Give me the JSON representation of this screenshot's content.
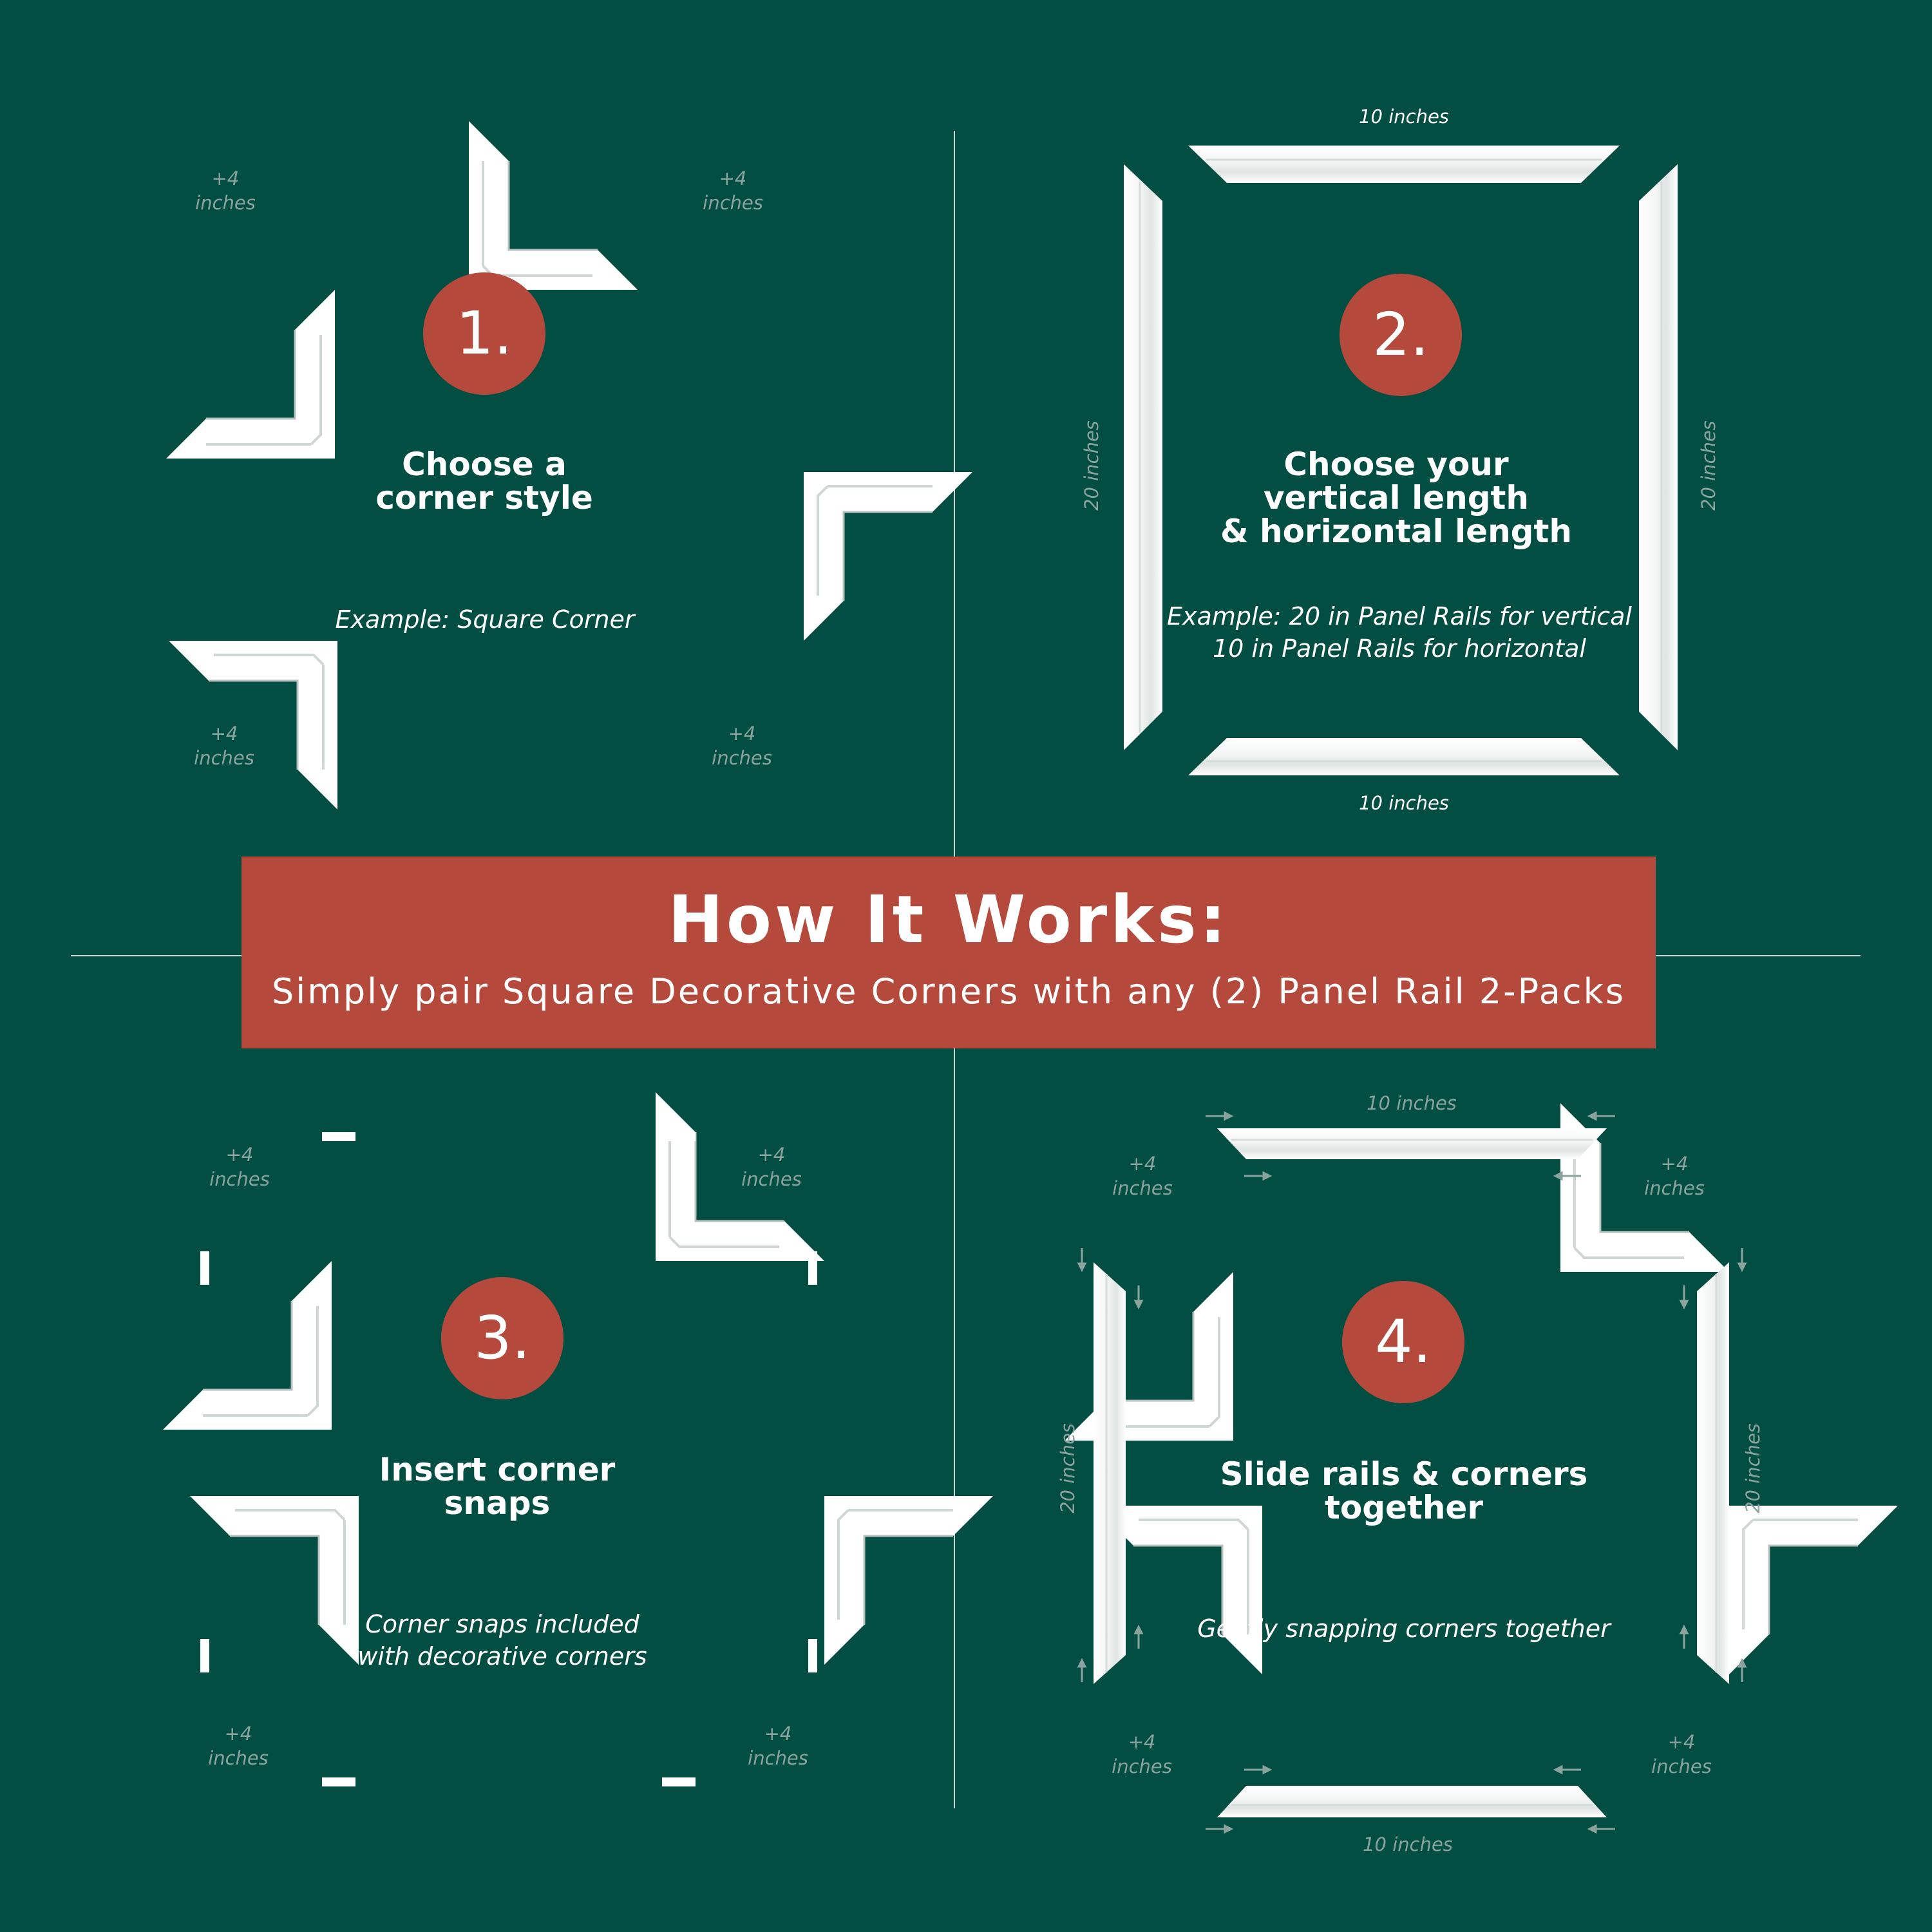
{
  "banner": {
    "title": "How It Works:",
    "subtitle": "Simply pair Square Decorative Corners with any (2) Panel Rail 2-Packs"
  },
  "colors": {
    "background": "#024e43",
    "accent": "#b5493c",
    "molding": "#ffffff",
    "dimension_text": "#8aa49d"
  },
  "steps": [
    {
      "number": "1.",
      "title_lines": [
        "Choose a",
        "corner style"
      ],
      "example_lines": [
        "Example: Square Corner"
      ],
      "corner_labels": [
        [
          "+4",
          "inches"
        ],
        [
          "+4",
          "inches"
        ],
        [
          "+4",
          "inches"
        ],
        [
          "+4",
          "inches"
        ]
      ]
    },
    {
      "number": "2.",
      "title_lines": [
        "Choose your",
        "vertical length",
        "& horizontal length"
      ],
      "example_lines": [
        "Example: 20 in Panel Rails for vertical",
        "10 in Panel Rails for horizontal"
      ],
      "top_label": "10 inches",
      "bottom_label": "10 inches",
      "left_label": "20 inches",
      "right_label": "20 inches"
    },
    {
      "number": "3.",
      "title_lines": [
        "Insert corner",
        "snaps"
      ],
      "example_lines": [
        "Corner snaps included",
        "with decorative corners"
      ],
      "corner_labels": [
        [
          "+4",
          "inches"
        ],
        [
          "+4",
          "inches"
        ],
        [
          "+4",
          "inches"
        ],
        [
          "+4",
          "inches"
        ]
      ]
    },
    {
      "number": "4.",
      "title_lines": [
        "Slide rails & corners",
        "together"
      ],
      "example_lines": [
        "Gently snapping corners together"
      ],
      "top_label": "10 inches",
      "bottom_label": "10 inches",
      "left_label": "20 inches",
      "right_label": "20 inches",
      "corner_labels": [
        [
          "+4",
          "inches"
        ],
        [
          "+4",
          "inches"
        ],
        [
          "+4",
          "inches"
        ],
        [
          "+4",
          "inches"
        ]
      ]
    }
  ]
}
